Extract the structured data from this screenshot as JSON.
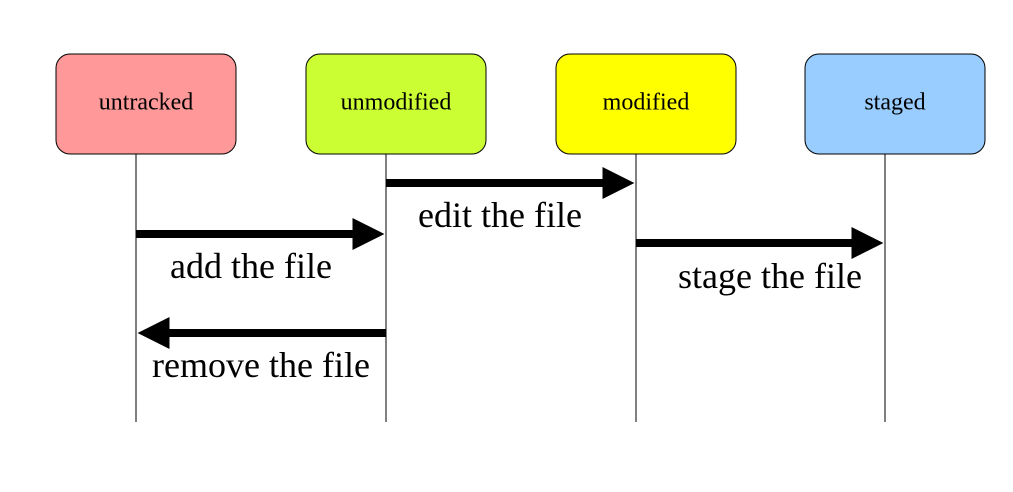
{
  "states": [
    {
      "id": "untracked",
      "label": "untracked",
      "color": "#FF9999"
    },
    {
      "id": "unmodified",
      "label": "unmodified",
      "color": "#CCFF33"
    },
    {
      "id": "modified",
      "label": "modified",
      "color": "#FFFF00"
    },
    {
      "id": "staged",
      "label": "staged",
      "color": "#99CCFF"
    }
  ],
  "transitions": [
    {
      "from": "unmodified",
      "to": "modified",
      "label": "edit the file"
    },
    {
      "from": "untracked",
      "to": "unmodified",
      "label": "add the file"
    },
    {
      "from": "modified",
      "to": "staged",
      "label": "stage the file"
    },
    {
      "from": "unmodified",
      "to": "untracked",
      "label": "remove the file"
    }
  ]
}
